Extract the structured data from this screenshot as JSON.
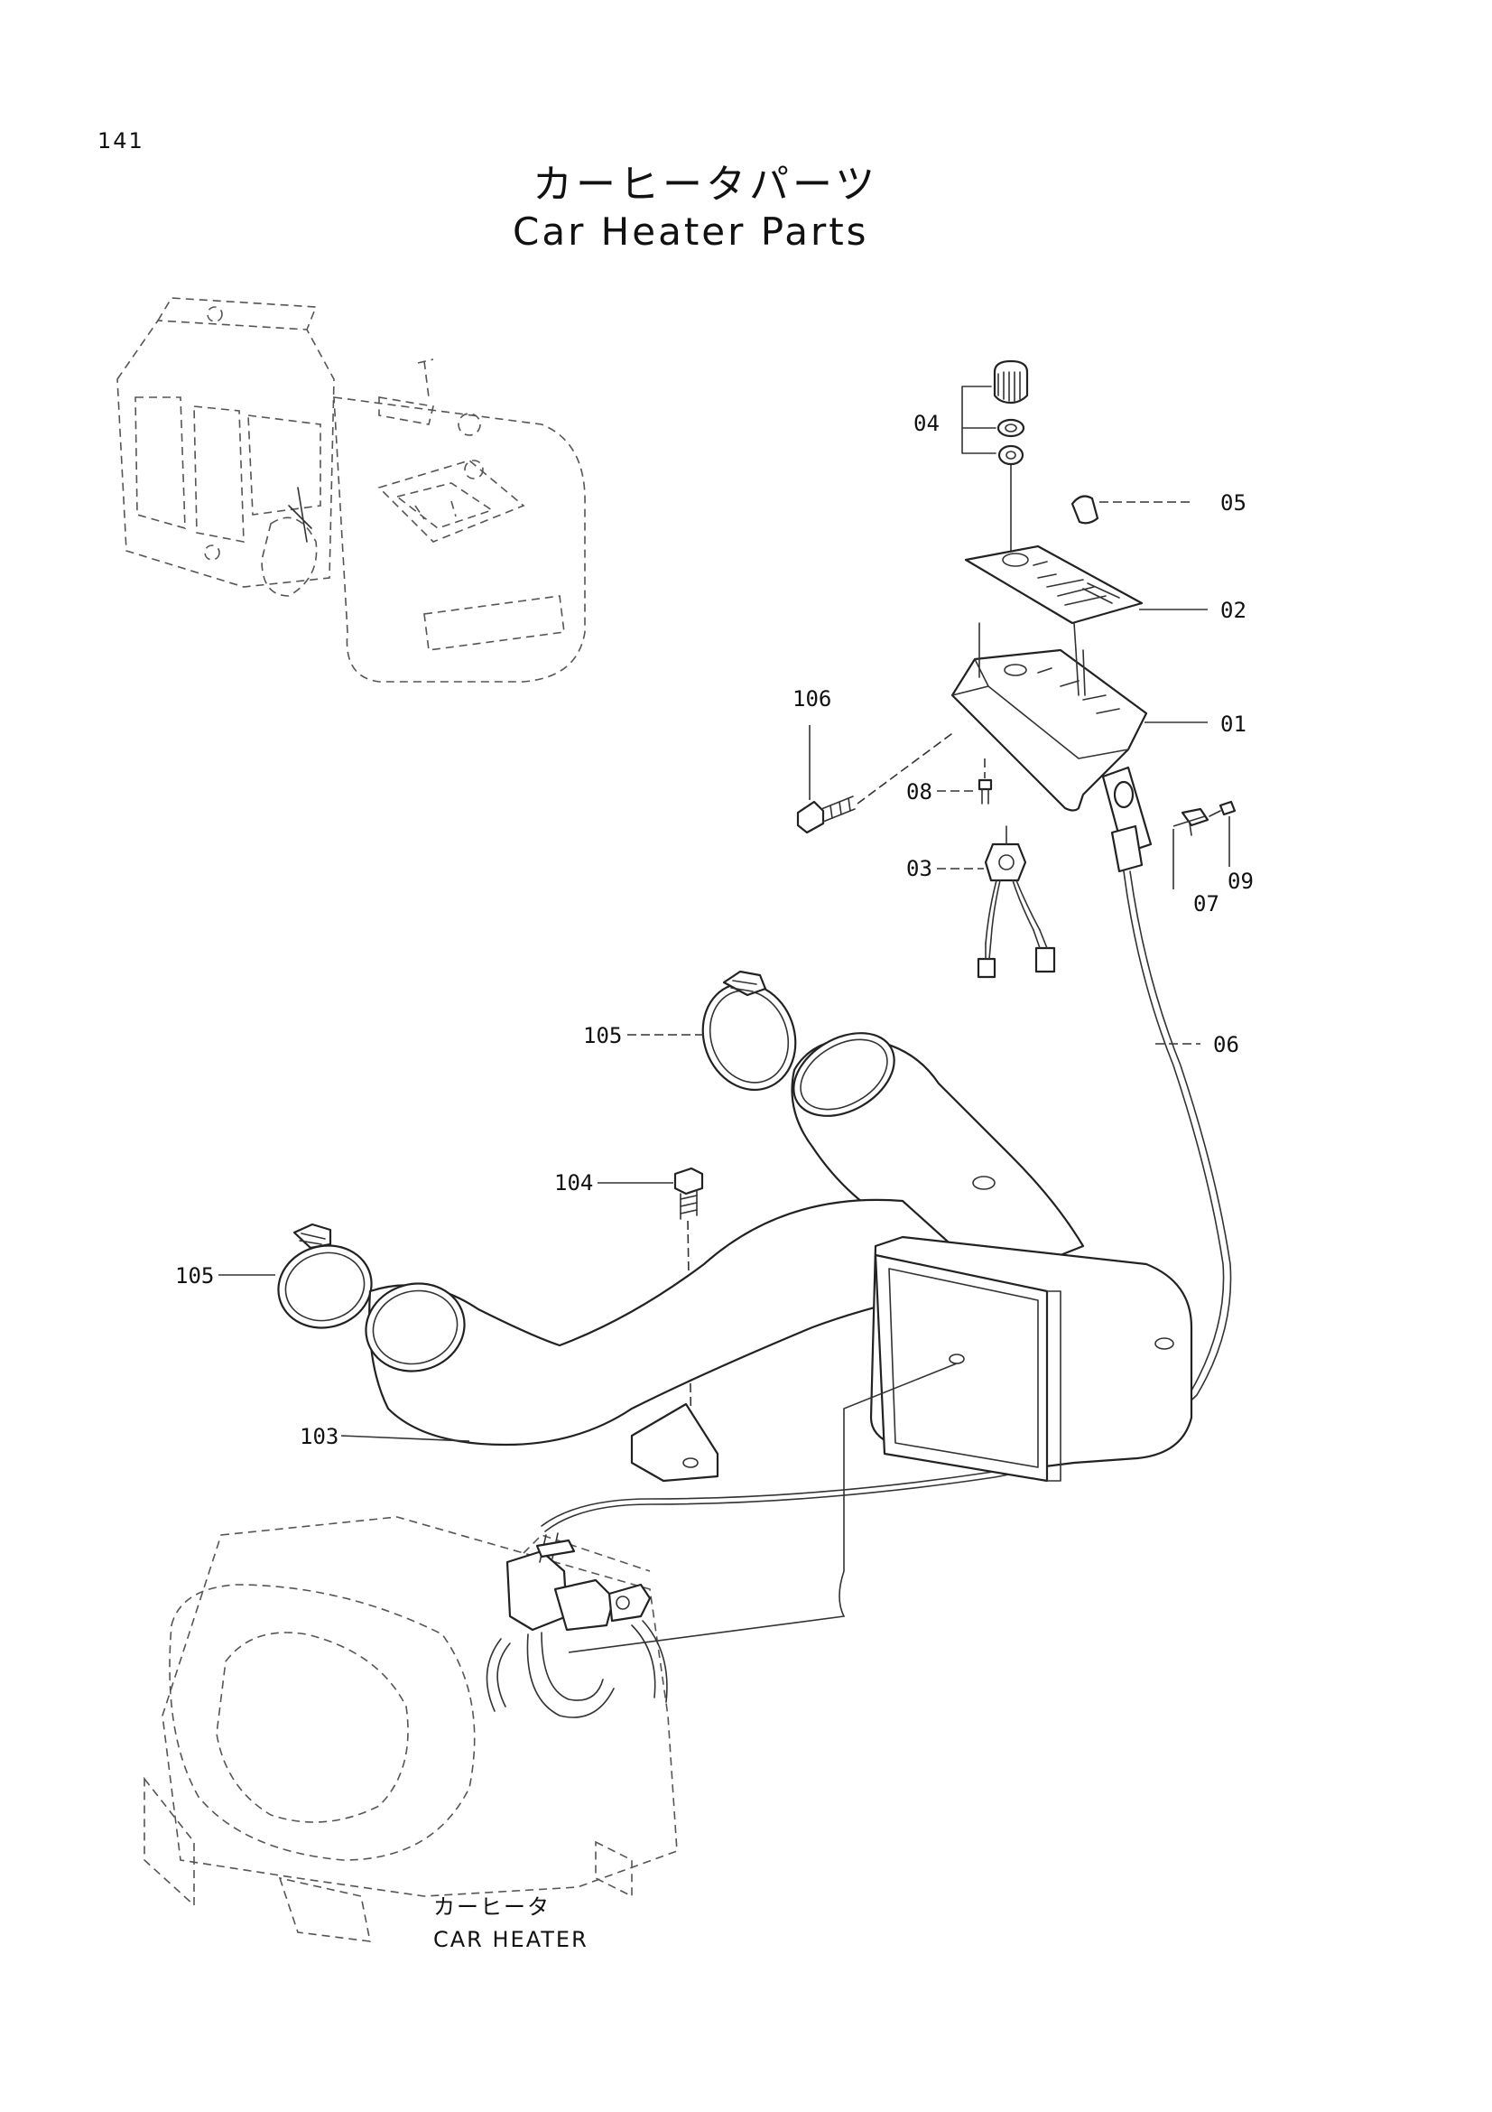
{
  "page": {
    "number": "141",
    "title_jp": "カーヒータパーツ",
    "title_en": "Car Heater Parts"
  },
  "callouts": [
    {
      "id": "c-04",
      "label": "04"
    },
    {
      "id": "c-05",
      "label": "05"
    },
    {
      "id": "c-02",
      "label": "02"
    },
    {
      "id": "c-01",
      "label": "01"
    },
    {
      "id": "c-106",
      "label": "106"
    },
    {
      "id": "c-08",
      "label": "08"
    },
    {
      "id": "c-03",
      "label": "03"
    },
    {
      "id": "c-07",
      "label": "07"
    },
    {
      "id": "c-09",
      "label": "09"
    },
    {
      "id": "c-06",
      "label": "06"
    },
    {
      "id": "c-105a",
      "label": "105"
    },
    {
      "id": "c-104",
      "label": "104"
    },
    {
      "id": "c-105b",
      "label": "105"
    },
    {
      "id": "c-103",
      "label": "103"
    }
  ],
  "heater_caption": {
    "jp": "カーヒータ",
    "en": "CAR HEATER"
  }
}
